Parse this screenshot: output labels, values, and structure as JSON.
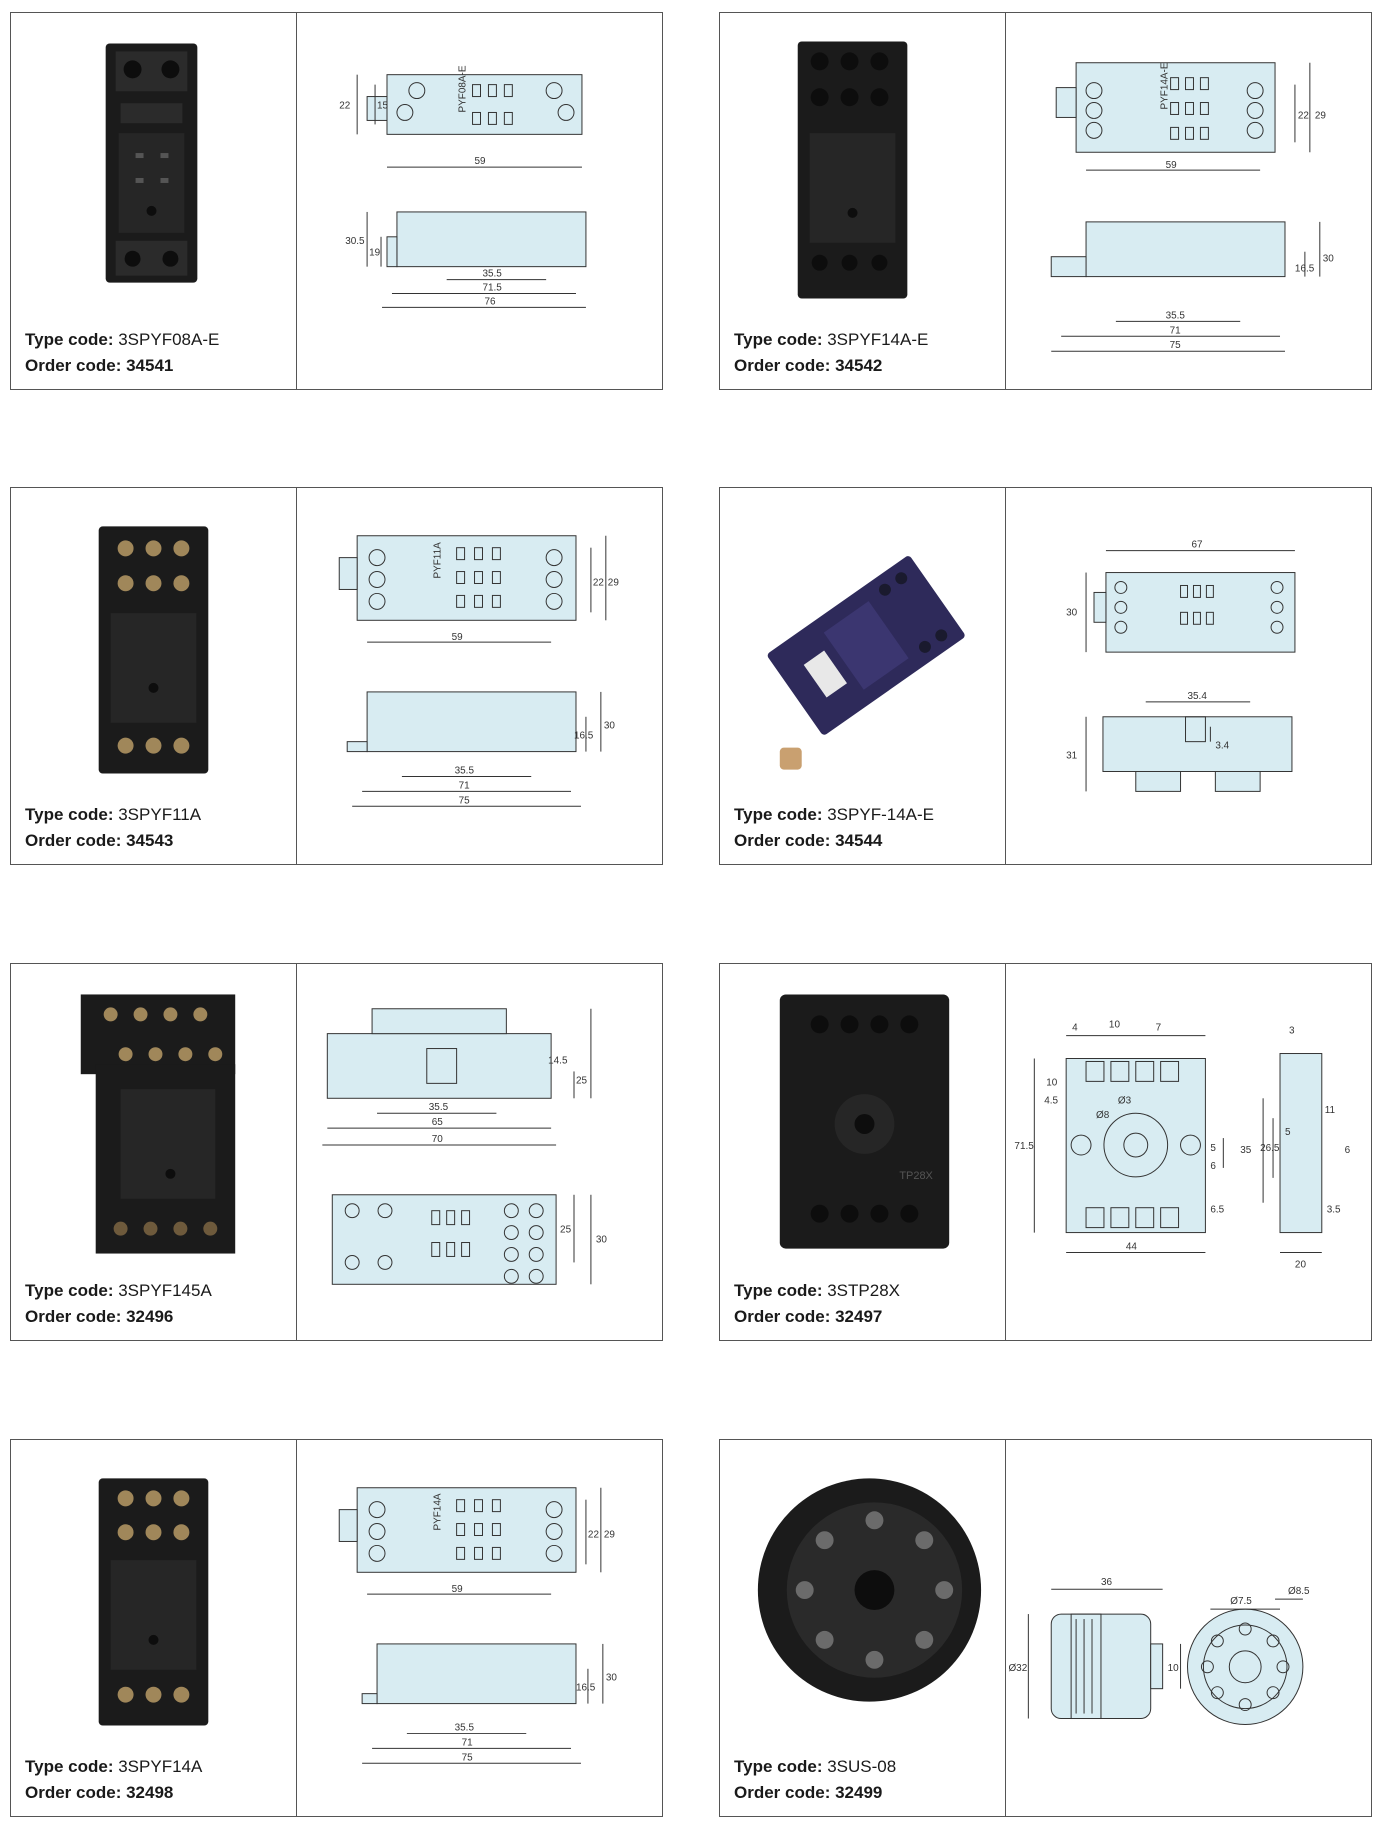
{
  "labels": {
    "type_code": "Type code:",
    "order_code": "Order code:"
  },
  "colors": {
    "drawing_fill": "#d8ecf2",
    "device_body": "#1b1b1b",
    "stroke": "#333333"
  },
  "products": [
    {
      "type_code": "3SPYF08A-E",
      "order_code": "34541",
      "mark": "PYF08A-E",
      "dims": [
        "22",
        "15",
        "59",
        "30.5",
        "19",
        "35.5",
        "71.5",
        "76"
      ]
    },
    {
      "type_code": "3SPYF14A-E",
      "order_code": "34542",
      "mark": "PYF14A-E",
      "dims": [
        "22",
        "29",
        "59",
        "30",
        "16.5",
        "35.5",
        "71",
        "75"
      ]
    },
    {
      "type_code": "3SPYF11A",
      "order_code": "34543",
      "mark": "PYF11A",
      "dims": [
        "22",
        "29",
        "59",
        "30",
        "16.5",
        "35.5",
        "71",
        "75"
      ]
    },
    {
      "type_code": "3SPYF-14A-E",
      "order_code": "34544",
      "dims": [
        "67",
        "30",
        "35.4",
        "31",
        "3.4"
      ]
    },
    {
      "type_code": "3SPYF145A",
      "order_code": "32496",
      "dims": [
        "25",
        "14.5",
        "35.5",
        "65",
        "70",
        "25",
        "30"
      ]
    },
    {
      "type_code": "3STP28X",
      "order_code": "32497",
      "mark": "TP28X",
      "dims": [
        "4",
        "10",
        "7",
        "10",
        "4.5",
        "Ø3",
        "Ø8",
        "71.5",
        "5",
        "6",
        "6.5",
        "44",
        "3",
        "11",
        "35",
        "26.5",
        "5",
        "6",
        "3.5",
        "20"
      ]
    },
    {
      "type_code": "3SPYF14A",
      "order_code": "32498",
      "mark": "PYF14A",
      "dims": [
        "22",
        "29",
        "59",
        "30",
        "16.5",
        "35.5",
        "71",
        "75"
      ]
    },
    {
      "type_code": "3SUS-08",
      "order_code": "32499",
      "dims": [
        "36",
        "Ø32",
        "10",
        "Ø7.5",
        "Ø8.5"
      ]
    }
  ]
}
